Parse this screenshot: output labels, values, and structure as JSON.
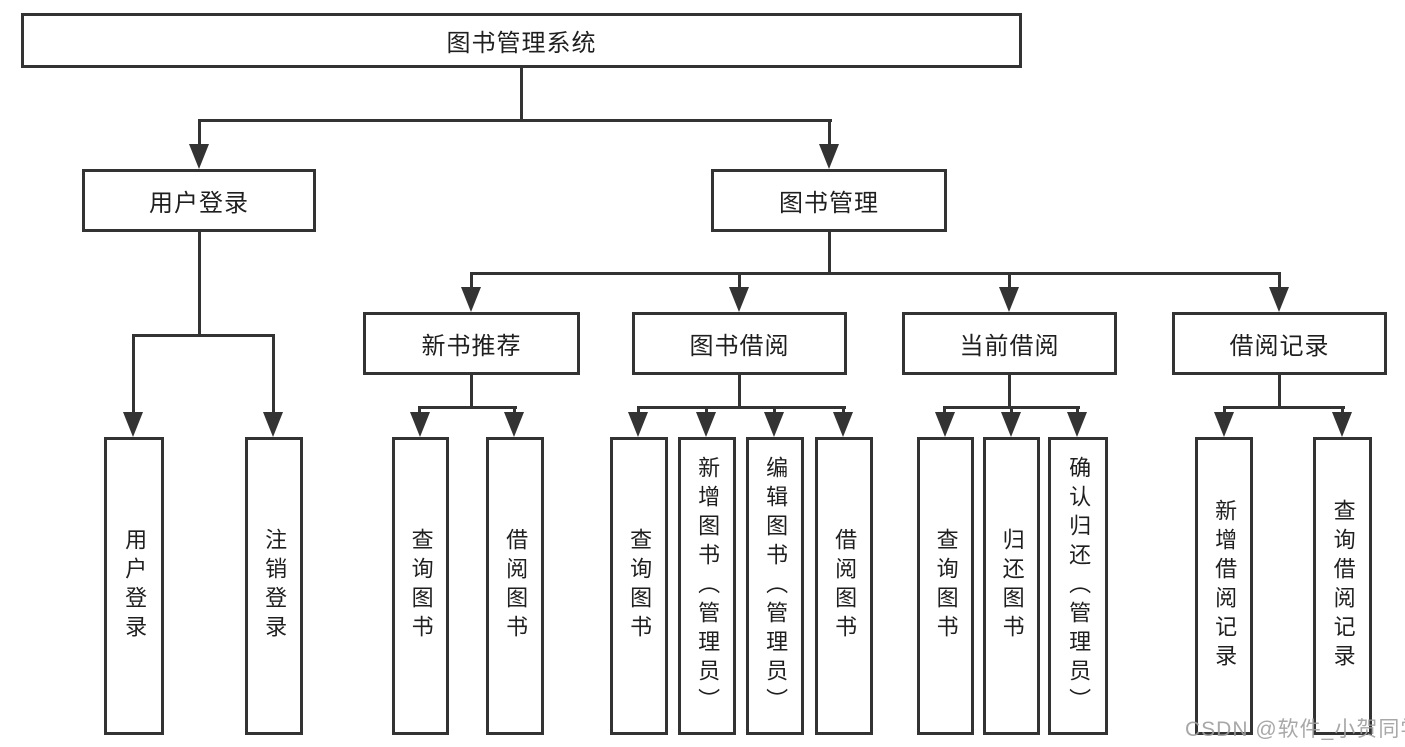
{
  "tree": {
    "label": "图书管理系统",
    "children": [
      {
        "label": "用户登录",
        "children": [
          {
            "label": "用户登录"
          },
          {
            "label": "注销登录"
          }
        ]
      },
      {
        "label": "图书管理",
        "children": [
          {
            "label": "新书推荐",
            "children": [
              {
                "label": "查询图书"
              },
              {
                "label": "借阅图书"
              }
            ]
          },
          {
            "label": "图书借阅",
            "children": [
              {
                "label": "查询图书"
              },
              {
                "label": "新增图书（管理员）"
              },
              {
                "label": "编辑图书（管理员）"
              },
              {
                "label": "借阅图书"
              }
            ]
          },
          {
            "label": "当前借阅",
            "children": [
              {
                "label": "查询图书"
              },
              {
                "label": "归还图书"
              },
              {
                "label": "确认归还（管理员）"
              }
            ]
          },
          {
            "label": "借阅记录",
            "children": [
              {
                "label": "新增借阅记录"
              },
              {
                "label": "查询借阅记录"
              }
            ]
          }
        ]
      }
    ]
  },
  "watermark": {
    "text": "CSDN @软件_小贺同学"
  },
  "colors": {
    "line": "#333333",
    "box_border": "#333333",
    "text": "#1f1f1f",
    "background": "#ffffff",
    "watermark": "#9e9e9e"
  }
}
